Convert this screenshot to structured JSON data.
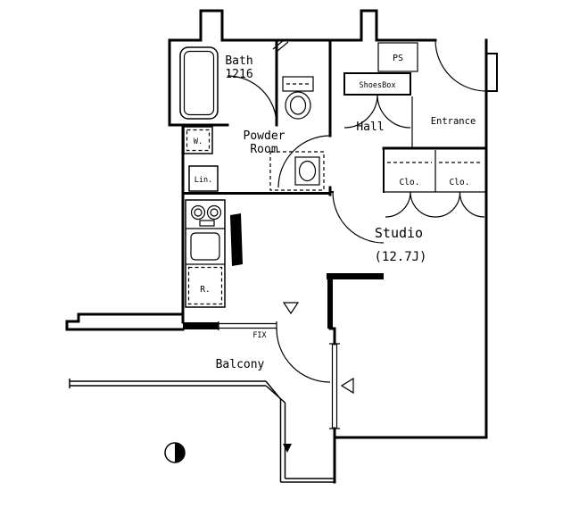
{
  "page": {
    "background": "#ffffff",
    "line_color": "#000000"
  },
  "floorplan": {
    "rooms": {
      "bath_line1": "Bath",
      "bath_line2": "1216",
      "powder_line1": "Powder",
      "powder_line2": "Room",
      "hall": "Hall",
      "entrance": "Entrance",
      "studio_line1": "Studio",
      "studio_line2": "(12.7J)",
      "balcony": "Balcony"
    },
    "fixtures": {
      "ps": "PS",
      "shoesbox": "ShoesBox",
      "washer": "W.",
      "linen": "Lin.",
      "closet1": "Clo.",
      "closet2": "Clo.",
      "refrigerator": "R.",
      "fix_window": "FIX"
    }
  }
}
